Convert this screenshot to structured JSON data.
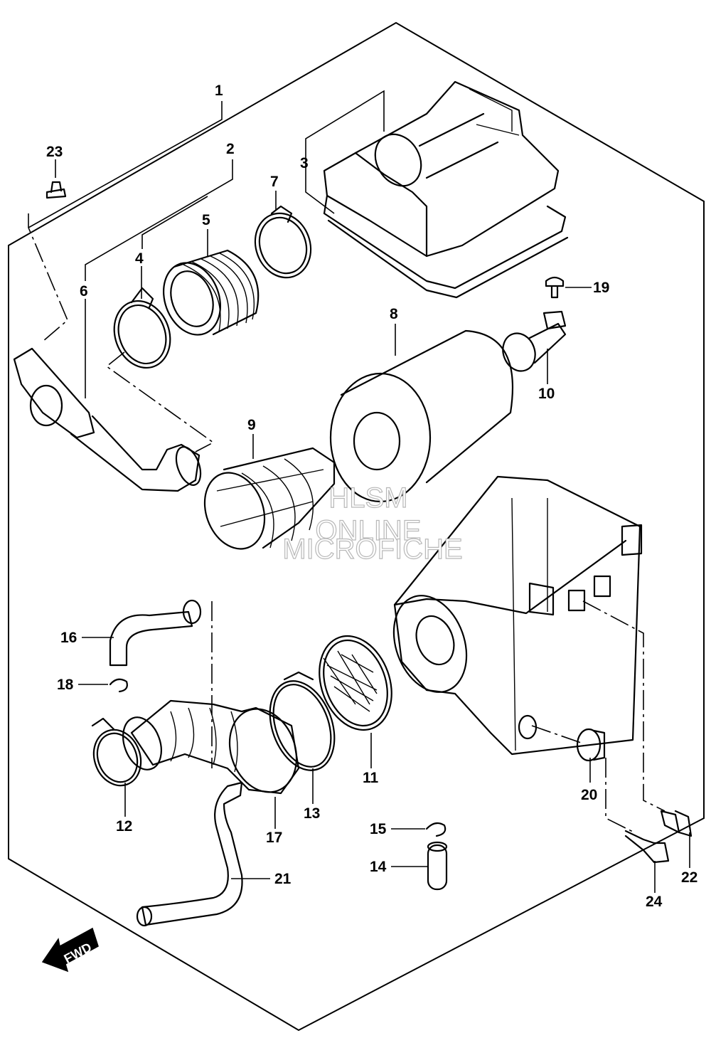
{
  "callouts": [
    {
      "id": "1",
      "label": "1"
    },
    {
      "id": "2",
      "label": "2"
    },
    {
      "id": "3",
      "label": "3"
    },
    {
      "id": "4",
      "label": "4"
    },
    {
      "id": "5",
      "label": "5"
    },
    {
      "id": "6",
      "label": "6"
    },
    {
      "id": "7",
      "label": "7"
    },
    {
      "id": "8",
      "label": "8"
    },
    {
      "id": "9",
      "label": "9"
    },
    {
      "id": "10",
      "label": "10"
    },
    {
      "id": "11",
      "label": "11"
    },
    {
      "id": "12",
      "label": "12"
    },
    {
      "id": "13",
      "label": "13"
    },
    {
      "id": "14",
      "label": "14"
    },
    {
      "id": "15",
      "label": "15"
    },
    {
      "id": "16",
      "label": "16"
    },
    {
      "id": "17",
      "label": "17"
    },
    {
      "id": "18",
      "label": "18"
    },
    {
      "id": "19",
      "label": "19"
    },
    {
      "id": "20",
      "label": "20"
    },
    {
      "id": "21",
      "label": "21"
    },
    {
      "id": "22",
      "label": "22"
    },
    {
      "id": "23",
      "label": "23"
    },
    {
      "id": "24",
      "label": "24"
    }
  ],
  "watermark": {
    "line1": "HLSM",
    "line2": "ONLINE",
    "line3": "MICROFICHE"
  },
  "direction_arrow": {
    "label": "FWD",
    "icon": "fwd-arrow-icon"
  }
}
